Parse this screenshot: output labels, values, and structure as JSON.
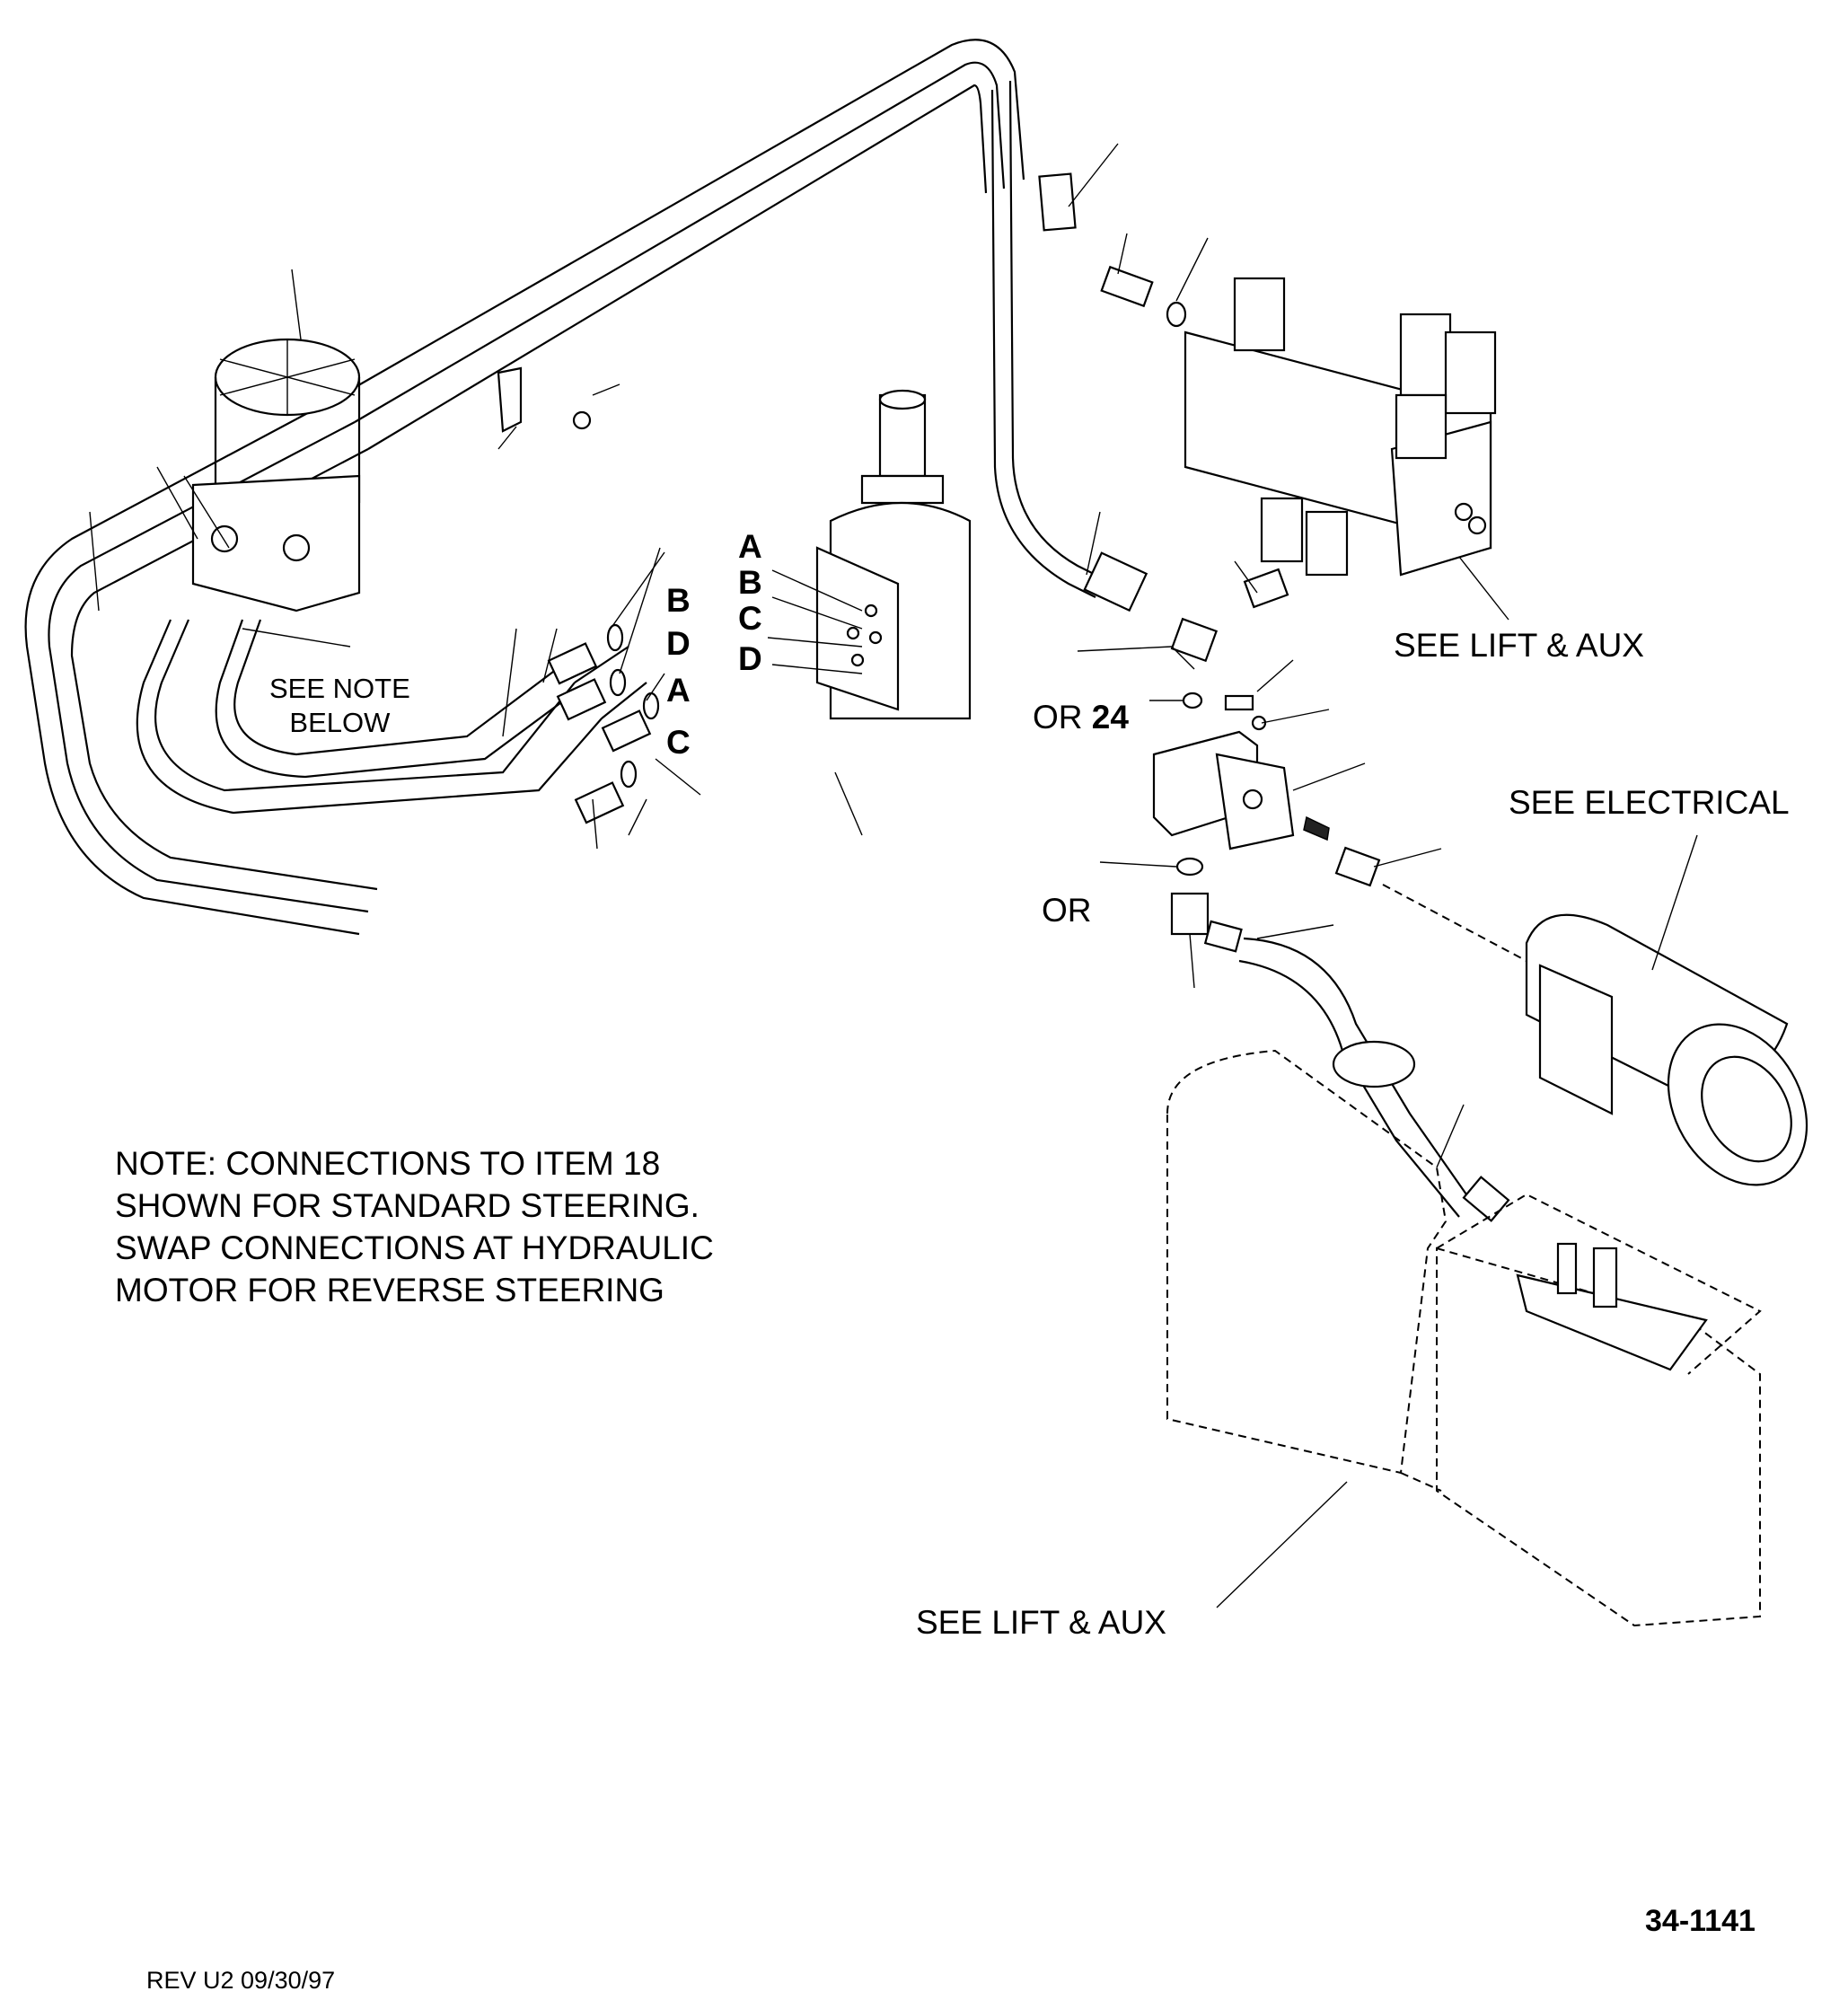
{
  "labels": {
    "see_lift_aux_top": "SEE LIFT & AUX",
    "see_lift_aux_bottom": "SEE LIFT & AUX",
    "see_electrical": "SEE ELECTRICAL",
    "see_note_below": "SEE NOTE\nBELOW",
    "or_upper": "OR",
    "or_upper_num": "24",
    "or_lower": "OR"
  },
  "ports": {
    "cylinder": [
      "A",
      "B",
      "C",
      "D"
    ],
    "fittings": [
      "B",
      "D",
      "A",
      "C"
    ]
  },
  "note": "NOTE: CONNECTIONS TO ITEM 18\nSHOWN FOR STANDARD STEERING.\nSWAP CONNECTIONS AT HYDRAULIC\nMOTOR FOR REVERSE STEERING",
  "drawing_number": "34-1141",
  "revision": "REV U2 09/30/97"
}
